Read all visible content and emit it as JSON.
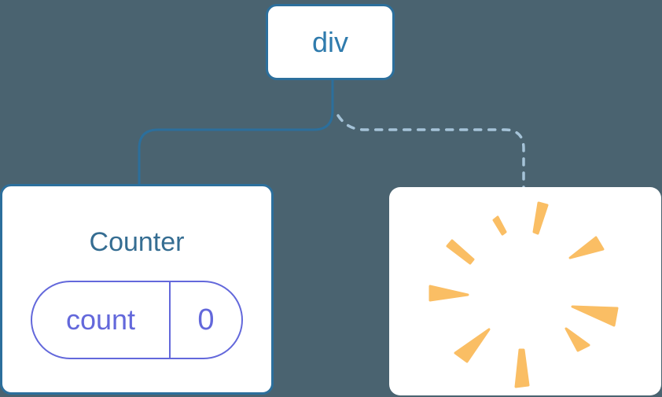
{
  "colors": {
    "canvas_bg": "#4a6370",
    "card_bg": "#ffffff",
    "tree_line": "#2c6f9c",
    "dashed_line": "#a5c3d8",
    "node_text": "#2f7bad",
    "component_title": "#356d92",
    "state_accent": "#6368db",
    "poof_orange": "#fabe64"
  },
  "tree": {
    "root_node": {
      "label": "div"
    },
    "edges": [
      {
        "from": "div",
        "to": "Counter",
        "style": "solid"
      },
      {
        "from": "div",
        "to": "removed-component",
        "style": "dashed"
      }
    ]
  },
  "counter_component": {
    "title": "Counter",
    "state": {
      "name": "count",
      "value": "0"
    }
  },
  "removed_component": {
    "icon": "poof-explosion",
    "rays": 9
  }
}
